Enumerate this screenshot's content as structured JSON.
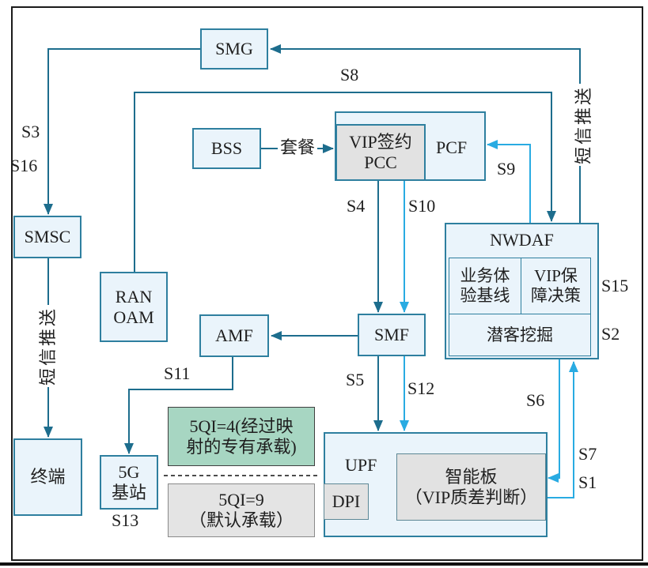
{
  "figure": {
    "description_note": "5G VIP service assurance network diagram",
    "colors": {
      "line_dark": "#1d6d8d",
      "line_light": "#29abe2",
      "box_fill": "#eaf4fb",
      "box_border": "#2e7f9f",
      "gray_fill": "#e2e2e2",
      "green_fill": "#a7d6c2",
      "frame": "#1b1b1b"
    }
  },
  "nodes": {
    "smg": {
      "label": "SMG"
    },
    "smsc": {
      "label": "SMSC"
    },
    "terminal": {
      "label": "终端"
    },
    "ran_oam": {
      "lines": [
        "RAN",
        "OAM"
      ]
    },
    "bss": {
      "label": "BSS"
    },
    "vip_pcc": {
      "lines": [
        "VIP签约",
        "PCC"
      ]
    },
    "pcf": {
      "label": "PCF"
    },
    "nwdaf": {
      "title": "NWDAF",
      "cell_baseline": {
        "lines": [
          "业务体",
          "验基线"
        ]
      },
      "cell_decision": {
        "lines": [
          "VIP保",
          "障决策"
        ]
      },
      "cell_mining": {
        "label": "潜客挖掘"
      }
    },
    "amf": {
      "label": "AMF"
    },
    "smf": {
      "label": "SMF"
    },
    "upf": {
      "label": "UPF"
    },
    "dpi": {
      "label": "DPI"
    },
    "smart_board": {
      "lines": [
        "智能板",
        "（VIP质差判断）"
      ]
    },
    "gnb": {
      "lines": [
        "5G",
        "基站"
      ]
    },
    "qi4": {
      "lines": [
        "5QI=4(经过映",
        "射的专有承载)"
      ]
    },
    "qi9": {
      "lines": [
        "5QI=9",
        "（默认承载）"
      ]
    }
  },
  "edge_labels": {
    "s1": "S1",
    "s2": "S2",
    "s3": "S3",
    "s4": "S4",
    "s5": "S5",
    "s6": "S6",
    "s7": "S7",
    "s8": "S8",
    "s9": "S9",
    "s10": "S10",
    "s11": "S11",
    "s12": "S12",
    "s13": "S13",
    "s15": "S15",
    "s16": "S16",
    "taocan": "套餐",
    "sms_push_right": "短信推送",
    "sms_push_left": "短信推送"
  }
}
